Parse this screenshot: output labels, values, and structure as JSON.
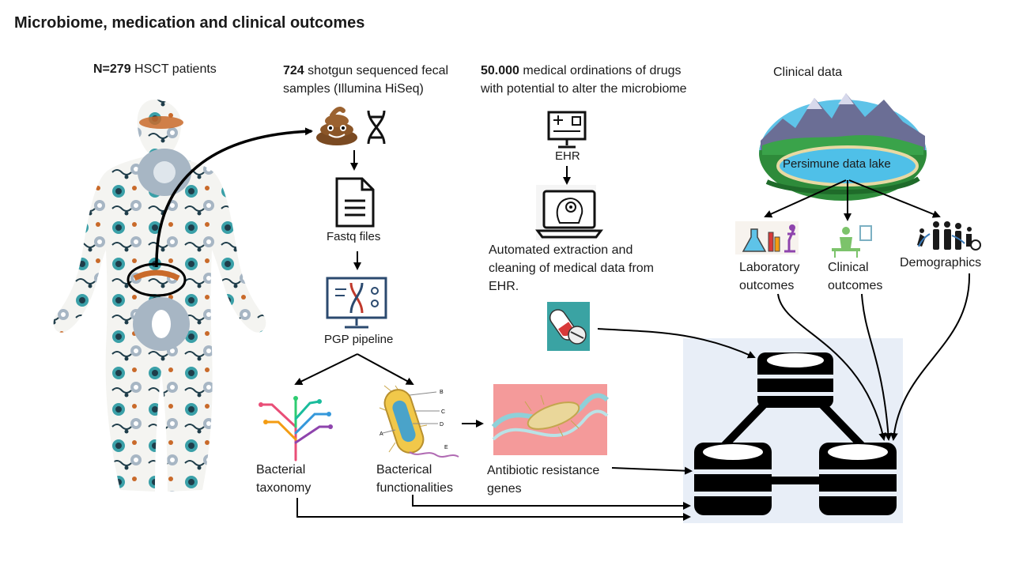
{
  "title": "Microbiome, medication and clinical outcomes",
  "patients": {
    "count": "N=279",
    "label": " HSCT patients"
  },
  "samples": {
    "count": "724",
    "line1": " shotgun sequenced fecal",
    "line2": "samples (Illumina HiSeq)"
  },
  "ordinations": {
    "count": "50.000",
    "line1": " medical ordinations of drugs",
    "line2": "with potential to alter the microbiome"
  },
  "clinical_data": "Clinical data",
  "ehr": "EHR",
  "lake": "Persimune data lake",
  "fastq": "Fastq files",
  "pgp": "PGP pipeline",
  "extraction": {
    "l1": "Automated extraction and",
    "l2": "cleaning of medical data from",
    "l3": "EHR."
  },
  "lab": {
    "l1": "Laboratory",
    "l2": "outcomes"
  },
  "clin": {
    "l1": "Clinical",
    "l2": "outcomes"
  },
  "demographics": "Demographics",
  "taxonomy": {
    "l1": "Bacterial",
    "l2": "taxonomy"
  },
  "functionalities": {
    "l1": "Bacterical",
    "l2": "functionalities"
  },
  "resistance": {
    "l1": "Antibiotic resistance",
    "l2": "genes"
  },
  "bacterium_labels": [
    "B",
    "C",
    "D",
    "A",
    "E"
  ],
  "colors": {
    "arrow": "#000000",
    "db_bg": "#e8eef7",
    "lake_sky": "#5ec3e8",
    "lake_green": "#2e8b3a",
    "pill_bg": "#3aa3a3",
    "dna_bg": "#f49a9a"
  }
}
